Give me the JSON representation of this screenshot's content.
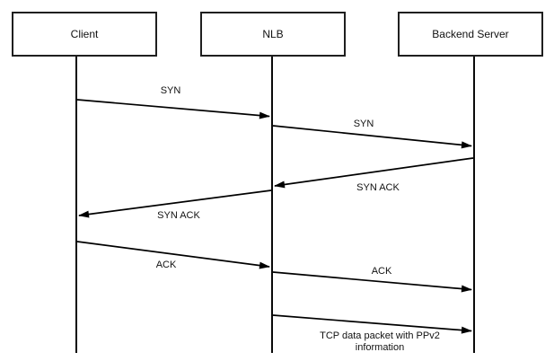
{
  "diagram": {
    "type": "sequence",
    "background": "#ffffff",
    "stroke_color": "#000000",
    "text_color": "#111111",
    "actors": [
      {
        "id": "client",
        "label": "Client"
      },
      {
        "id": "nlb",
        "label": "NLB"
      },
      {
        "id": "backend",
        "label": "Backend Server"
      }
    ],
    "messages": [
      {
        "from": "client",
        "to": "nlb",
        "label": "SYN"
      },
      {
        "from": "nlb",
        "to": "backend",
        "label": "SYN"
      },
      {
        "from": "backend",
        "to": "nlb",
        "label": "SYN ACK"
      },
      {
        "from": "nlb",
        "to": "client",
        "label": "SYN ACK"
      },
      {
        "from": "client",
        "to": "nlb",
        "label": "ACK"
      },
      {
        "from": "nlb",
        "to": "backend",
        "label": "ACK"
      },
      {
        "from": "nlb",
        "to": "backend",
        "label": "TCP data packet with PPv2 information"
      }
    ]
  }
}
